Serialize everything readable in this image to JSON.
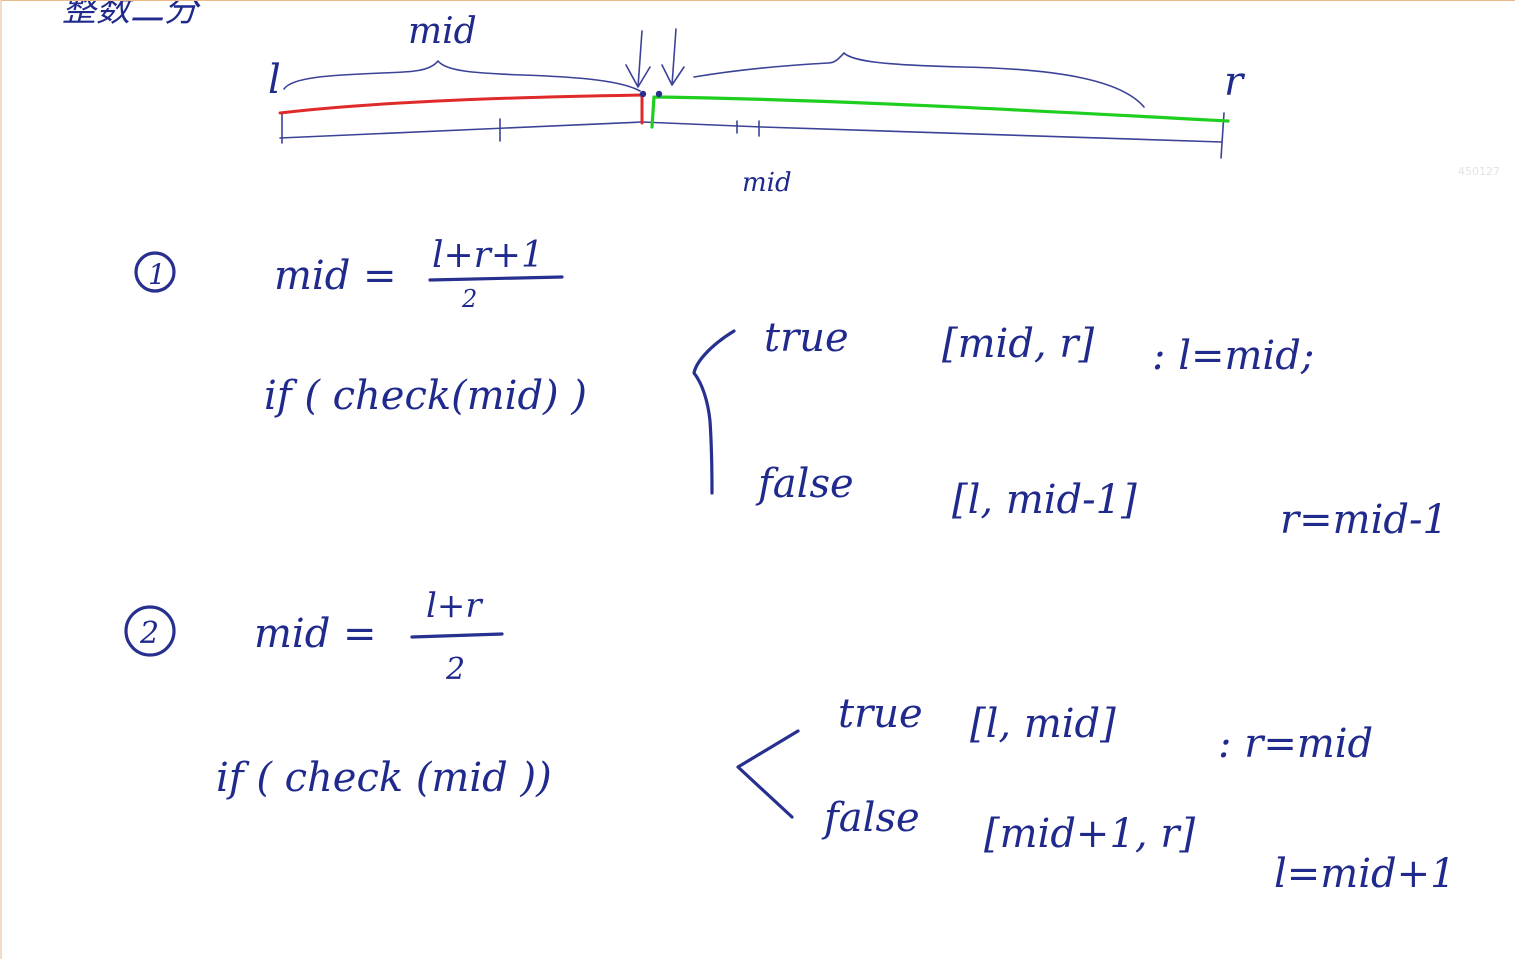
{
  "board": {
    "header_text": "整数二分",
    "watermark": "450127",
    "number_line": {
      "left_label": "l",
      "right_label": "r",
      "top_mid_label": "mid",
      "bottom_mid_label": "mid"
    },
    "case1": {
      "badge": "1",
      "mid_prefix": "mid =",
      "mid_numerator": "l+r+1",
      "mid_denominator": "2",
      "if_line": "if ( check(mid) )",
      "true_label": "true",
      "true_range": "[mid, r]",
      "true_action": ": l=mid;",
      "false_label": "false",
      "false_range": "[l, mid-1]",
      "false_action": "r=mid-1"
    },
    "case2": {
      "badge": "2",
      "mid_prefix": "mid =",
      "mid_numerator": "l+r",
      "mid_denominator": "2",
      "if_line": "if ( check (mid ))",
      "true_label": "true",
      "true_range": "[l, mid]",
      "true_action": ": r=mid",
      "false_label": "false",
      "false_range": "[mid+1, r]",
      "false_action": "l=mid+1"
    },
    "colors": {
      "ink": "#27308f",
      "red_segment": "#e02a2a",
      "green_segment": "#1fcf1f"
    }
  }
}
